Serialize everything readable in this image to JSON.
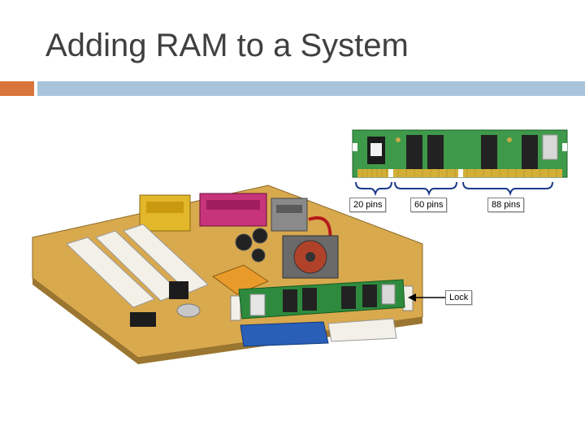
{
  "slide": {
    "title": "Adding RAM to a System"
  },
  "labels": {
    "pins_20": "20 pins",
    "pins_60": "60 pins",
    "pins_88": "88 pins",
    "lock": "Lock"
  },
  "colors": {
    "accent_orange": "#D9753A",
    "accent_blue": "#A9C4DA",
    "pcb_green": "#2E8B3E",
    "board_tan": "#D9A94E"
  }
}
